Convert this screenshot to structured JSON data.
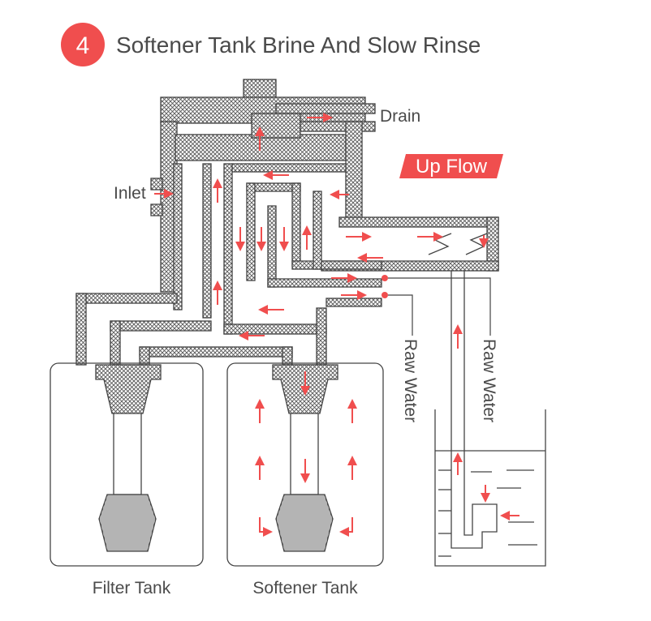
{
  "header": {
    "step_number": "4",
    "title": "Softener Tank Brine And Slow Rinse"
  },
  "badge": {
    "label": "Up Flow"
  },
  "labels": {
    "drain": "Drain",
    "inlet": "Inlet",
    "raw_water_1": "Raw Water",
    "raw_water_2": "Raw Water",
    "filter_tank": "Filter Tank",
    "softener_tank": "Softener Tank"
  },
  "colors": {
    "accent": "#f04e4e",
    "outline": "#4a4a4a",
    "hatch": "#555555",
    "text": "#4a4a4a"
  }
}
